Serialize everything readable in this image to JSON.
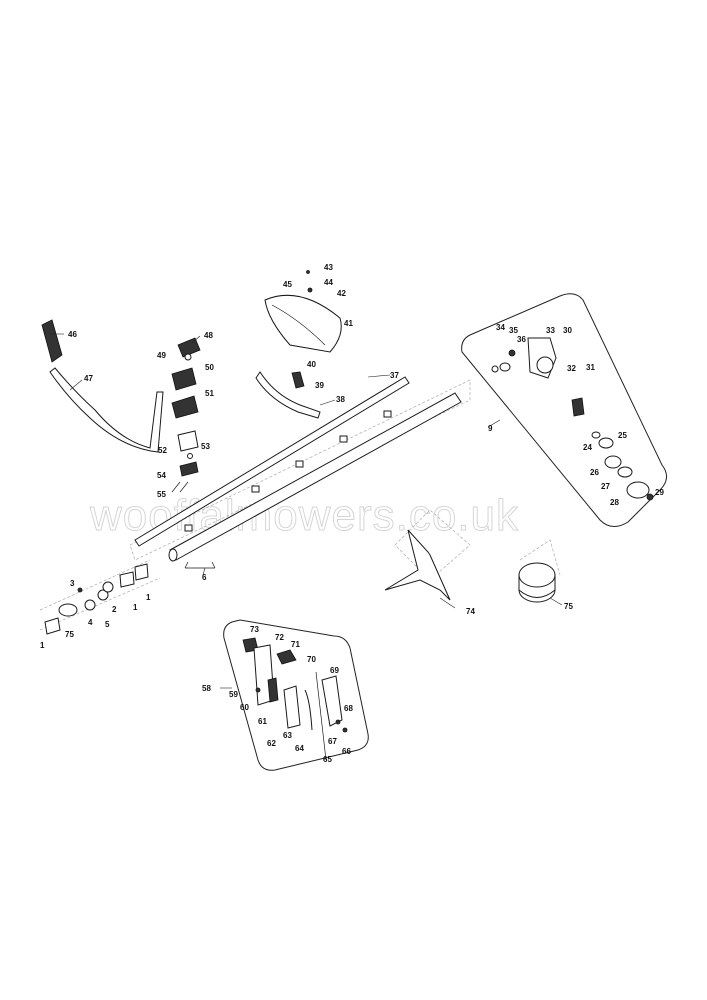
{
  "watermark": "wooffalmowers.co.uk",
  "callouts": [
    "1",
    "1",
    "1",
    "2",
    "3",
    "4",
    "5",
    "6",
    "9",
    "24",
    "25",
    "26",
    "27",
    "28",
    "29",
    "30",
    "31",
    "32",
    "33",
    "34",
    "35",
    "36",
    "37",
    "38",
    "39",
    "40",
    "41",
    "42",
    "43",
    "44",
    "45",
    "46",
    "47",
    "48",
    "49",
    "50",
    "51",
    "52",
    "53",
    "54",
    "55",
    "58",
    "59",
    "60",
    "61",
    "62",
    "63",
    "64",
    "65",
    "66",
    "67",
    "68",
    "69",
    "70",
    "71",
    "72",
    "73",
    "74",
    "75",
    "75"
  ]
}
